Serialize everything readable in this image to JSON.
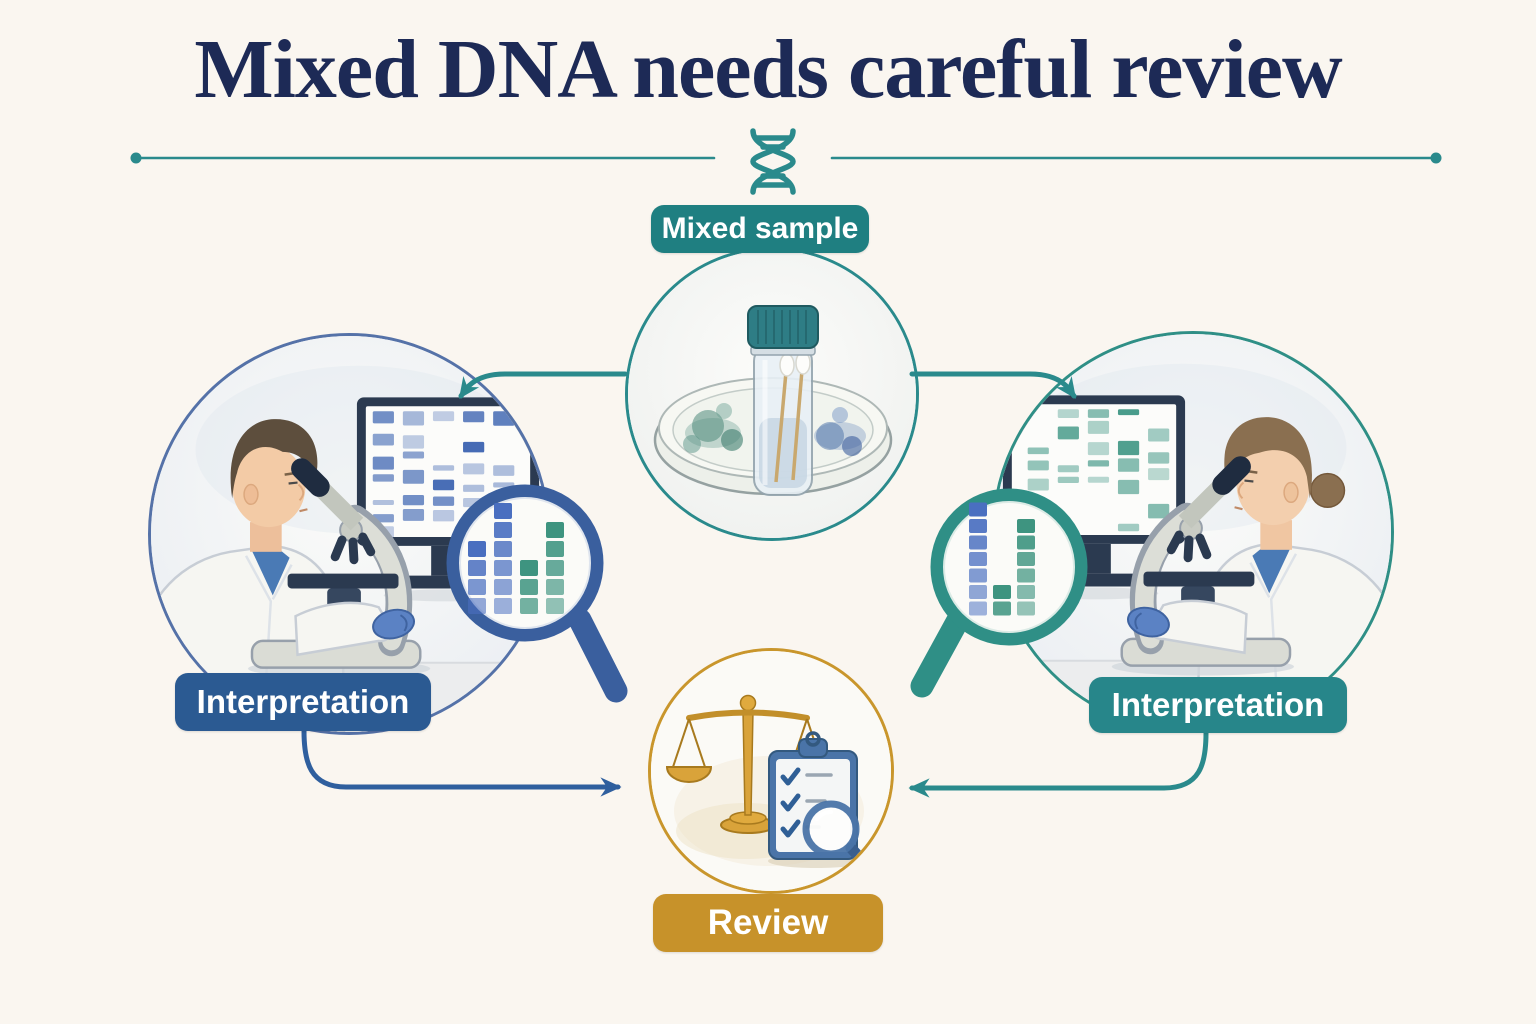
{
  "title": {
    "text": "Mixed DNA needs careful review"
  },
  "diagram": {
    "nodes": {
      "mixed_sample": {
        "label": "Mixed sample"
      },
      "interpretation_left": {
        "label": "Interpretation"
      },
      "interpretation_right": {
        "label": "Interpretation"
      },
      "review": {
        "label": "Review"
      }
    },
    "edges": [
      {
        "from": "mixed_sample",
        "to": "interpretation_left"
      },
      {
        "from": "mixed_sample",
        "to": "interpretation_right"
      },
      {
        "from": "interpretation_left",
        "to": "review"
      },
      {
        "from": "interpretation_right",
        "to": "review"
      }
    ]
  },
  "magnifier_charts": {
    "left": {
      "columns": [
        {
          "color": "blue",
          "blocks": 4
        },
        {
          "color": "blue",
          "blocks": 6
        },
        {
          "color": "green",
          "blocks": 3
        },
        {
          "color": "green",
          "blocks": 5
        }
      ]
    },
    "right": {
      "columns": [
        {
          "color": "blue",
          "blocks": 7
        },
        {
          "color": "green",
          "blocks": 2
        },
        {
          "color": "green",
          "blocks": 6
        }
      ]
    },
    "palette": {
      "blue": "#4a6fc0",
      "green": "#3e9480"
    }
  },
  "colors": {
    "background": "#faf6f0",
    "title": "#1d2a56",
    "teal": "#2a8a8c",
    "badge_mixed_sample": "#1f7f81",
    "badge_interpretation_left": "#2b5a92",
    "badge_interpretation_right": "#27868a",
    "badge_review": "#c7922a",
    "circle_mixed_sample": "#2a8a8c",
    "circle_interpretation_left": "#5572a8",
    "circle_interpretation_right": "#2f8f86",
    "circle_review": "#c9962c",
    "arrow_teal": "#2a8a8c",
    "arrow_blue": "#2f5f9e",
    "magnifier_left_rim": "#3a5f9e",
    "magnifier_right_rim": "#2f8f86"
  }
}
